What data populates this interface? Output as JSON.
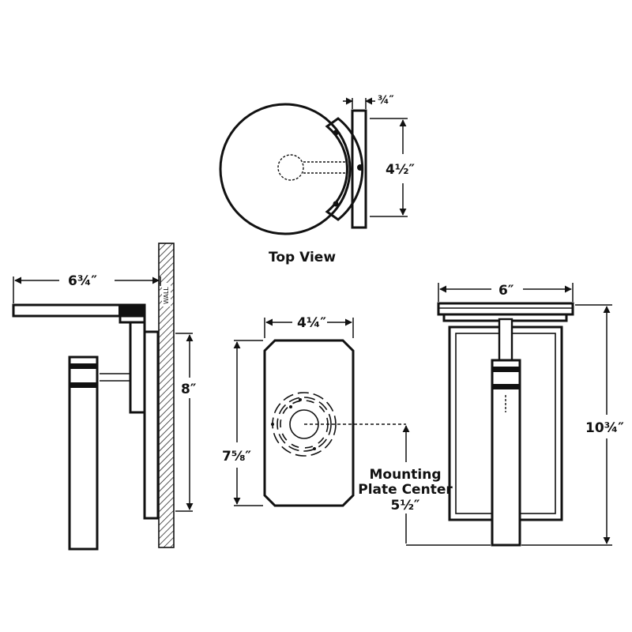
{
  "top_view": {
    "title": "Top View",
    "depth_dim": "¾″",
    "height_dim": "4½″"
  },
  "side_view": {
    "projection_dim": "6¾″",
    "height_dim": "8″",
    "wall_label": "WALL"
  },
  "plate_view": {
    "width_dim": "4¼″",
    "height_dim": "7⅝″",
    "center_label_1": "Mounting",
    "center_label_2": "Plate Center",
    "center_value": "5½″"
  },
  "front_view": {
    "width_dim": "6″",
    "height_dim": "10¾″"
  }
}
